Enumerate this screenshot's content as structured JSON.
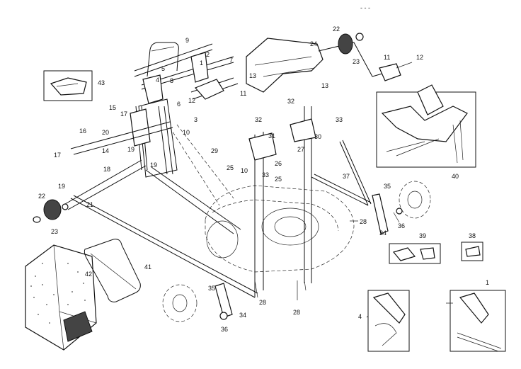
{
  "header_marks": "- - -",
  "callouts": [
    {
      "key": "9",
      "label": "9"
    },
    {
      "key": "2",
      "label": "2"
    },
    {
      "key": "1a",
      "label": "1"
    },
    {
      "key": "5",
      "label": "5"
    },
    {
      "key": "4a",
      "label": "4"
    },
    {
      "key": "8",
      "label": "8"
    },
    {
      "key": "7",
      "label": "7"
    },
    {
      "key": "12a",
      "label": "12"
    },
    {
      "key": "6",
      "label": "6"
    },
    {
      "key": "3",
      "label": "3"
    },
    {
      "key": "13a",
      "label": "13"
    },
    {
      "key": "11a",
      "label": "11"
    },
    {
      "key": "13b",
      "label": "13"
    },
    {
      "key": "24",
      "label": "24"
    },
    {
      "key": "22a",
      "label": "22"
    },
    {
      "key": "23a",
      "label": "23"
    },
    {
      "key": "11b",
      "label": "11"
    },
    {
      "key": "12b",
      "label": "12"
    },
    {
      "key": "43",
      "label": "43"
    },
    {
      "key": "15",
      "label": "15"
    },
    {
      "key": "17a",
      "label": "17"
    },
    {
      "key": "16",
      "label": "16"
    },
    {
      "key": "20",
      "label": "20"
    },
    {
      "key": "10a",
      "label": "10"
    },
    {
      "key": "14",
      "label": "14"
    },
    {
      "key": "19a",
      "label": "19"
    },
    {
      "key": "17b",
      "label": "17"
    },
    {
      "key": "18",
      "label": "18"
    },
    {
      "key": "19b",
      "label": "19"
    },
    {
      "key": "19c",
      "label": "19"
    },
    {
      "key": "21",
      "label": "21"
    },
    {
      "key": "22b",
      "label": "22"
    },
    {
      "key": "23b",
      "label": "23"
    },
    {
      "key": "32a",
      "label": "32"
    },
    {
      "key": "32b",
      "label": "32"
    },
    {
      "key": "33a",
      "label": "33"
    },
    {
      "key": "31",
      "label": "31"
    },
    {
      "key": "30",
      "label": "30"
    },
    {
      "key": "29",
      "label": "29"
    },
    {
      "key": "27",
      "label": "27"
    },
    {
      "key": "26",
      "label": "26"
    },
    {
      "key": "25a",
      "label": "25"
    },
    {
      "key": "10b",
      "label": "10"
    },
    {
      "key": "33b",
      "label": "33"
    },
    {
      "key": "25b",
      "label": "25"
    },
    {
      "key": "37",
      "label": "37"
    },
    {
      "key": "35a",
      "label": "35"
    },
    {
      "key": "28a",
      "label": "28"
    },
    {
      "key": "34a",
      "label": "34"
    },
    {
      "key": "36a",
      "label": "36"
    },
    {
      "key": "39",
      "label": "39"
    },
    {
      "key": "38",
      "label": "38"
    },
    {
      "key": "40",
      "label": "40"
    },
    {
      "key": "41",
      "label": "41"
    },
    {
      "key": "42",
      "label": "42"
    },
    {
      "key": "35b",
      "label": "35"
    },
    {
      "key": "28b",
      "label": "28"
    },
    {
      "key": "34b",
      "label": "34"
    },
    {
      "key": "36b",
      "label": "36"
    },
    {
      "key": "28c",
      "label": "28"
    },
    {
      "key": "4b",
      "label": "4"
    },
    {
      "key": "1b",
      "label": "1"
    }
  ]
}
